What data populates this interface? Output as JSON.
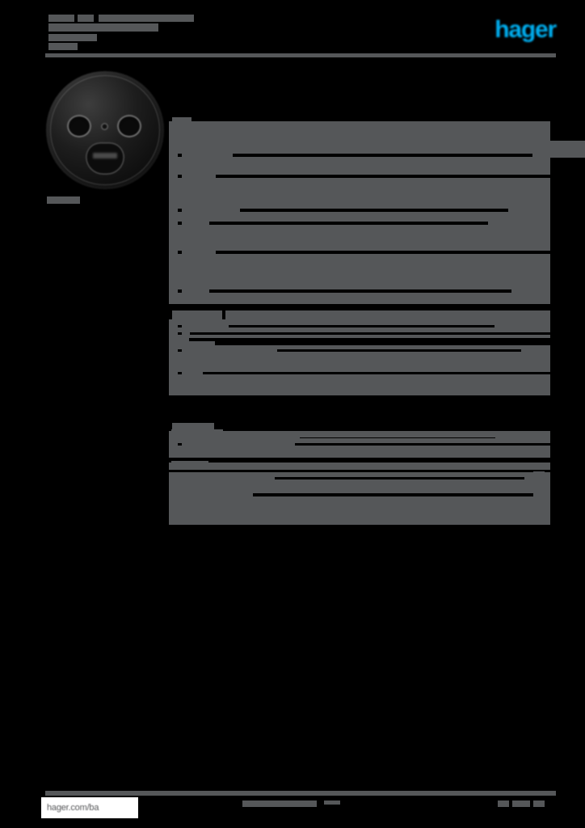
{
  "document": {
    "type": "product-datasheet",
    "brand": "hager",
    "brand_color": "#00AEEF",
    "page_background": "#000000",
    "redaction_color": "#555759",
    "note": "All textual content on this page is rendered as obscured/redacted grey blocks; only the brand wordmark and the footer URL are legible."
  },
  "header": {
    "brand_logo_text": "hager",
    "masthead_line_1": "",
    "masthead_line_2": "",
    "masthead_line_3": ""
  },
  "product_figure": {
    "caption": "",
    "icon": "socket-outlet-round-black",
    "description": "round black socket outlet cover"
  },
  "title_area": {
    "title": "",
    "subtitle": ""
  },
  "spec_table": {
    "groups": [
      {
        "rows": [
          {
            "label_w": 92,
            "value_x": 44,
            "value_w": 374,
            "h": 9
          },
          {
            "label_w": 92,
            "value_x": 44,
            "value_w": 374,
            "h": 9
          },
          {
            "label_w": 78,
            "value_x": 44,
            "value_w": 370,
            "h": 9
          }
        ]
      },
      {
        "rows": [
          {
            "label_w": 78,
            "value_x": 52,
            "value_w": 330,
            "h": 9
          },
          {
            "label_w": 86,
            "value_x": 44,
            "value_w": 330,
            "h": 9
          },
          {
            "label_w": 86,
            "value_x": 50,
            "value_w": 320,
            "h": 9
          },
          {
            "label_w": 90,
            "value_x": 44,
            "value_w": 380,
            "h": 9
          }
        ]
      },
      {
        "rows": [
          {
            "label_w": 62,
            "value_x": 44,
            "value_w": 380,
            "h": 9
          },
          {
            "label_w": 86,
            "value_x": 44,
            "value_w": 374,
            "h": 9
          },
          {
            "label_w": 70,
            "value_x": 44,
            "value_w": 320,
            "h": 9
          }
        ]
      },
      {
        "rows": [
          {
            "label_w": 80,
            "value_x": 44,
            "value_w": 374,
            "h": 9
          },
          {
            "label_w": 72,
            "value_x": 60,
            "value_w": 300,
            "h": 9
          },
          {
            "label_w": 110,
            "value_x": 44,
            "value_w": 300,
            "h": 9
          }
        ]
      },
      {
        "rows": [
          {
            "label_w": 120,
            "value_x": 48,
            "value_w": 330,
            "h": 9
          },
          {
            "label_w": 120,
            "value_x": 48,
            "value_w": 330,
            "h": 9
          }
        ]
      },
      {
        "rows": [
          {
            "label_w": 62,
            "value_x": 44,
            "value_w": 240,
            "h": 9
          },
          {
            "label_w": 62,
            "value_x": 44,
            "value_w": 240,
            "h": 9
          }
        ]
      },
      {
        "rows": [
          {
            "label_w": 92,
            "value_x": 44,
            "value_w": 360,
            "h": 9
          },
          {
            "label_w": 92,
            "value_x": 44,
            "value_w": 360,
            "h": 9
          },
          {
            "label_w": 92,
            "value_x": 44,
            "value_w": 360,
            "h": 9
          }
        ]
      }
    ],
    "section_headings": [
      {
        "label": "",
        "width": 50
      },
      {
        "label": "",
        "width": 62
      },
      {
        "label": "",
        "width": 50
      },
      {
        "label": "",
        "width": 46
      }
    ]
  },
  "footer": {
    "url": "hager.com/ba",
    "center_text": "",
    "right_text": "",
    "page_number": ""
  }
}
